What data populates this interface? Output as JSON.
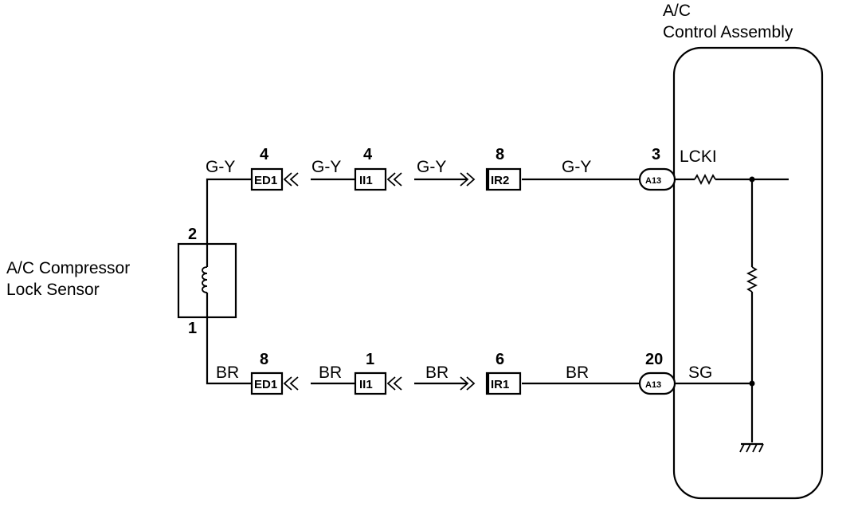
{
  "sensor": {
    "name_line1": "A/C Compressor",
    "name_line2": "Lock Sensor",
    "pin_top": "2",
    "pin_bottom": "1"
  },
  "control": {
    "title_line1": "A/C",
    "title_line2": "Control Assembly",
    "signal_top": "LCKI",
    "signal_bottom": "SG"
  },
  "top_line": {
    "wire_color": "G-Y",
    "connectors": [
      {
        "code": "ED1",
        "pin": "4"
      },
      {
        "code": "II1",
        "pin": "4"
      },
      {
        "code": "IR2",
        "pin": "8"
      },
      {
        "code": "A13",
        "pin": "3"
      }
    ]
  },
  "bottom_line": {
    "wire_color": "BR",
    "connectors": [
      {
        "code": "ED1",
        "pin": "8"
      },
      {
        "code": "II1",
        "pin": "1"
      },
      {
        "code": "IR1",
        "pin": "6"
      },
      {
        "code": "A13",
        "pin": "20"
      }
    ]
  }
}
